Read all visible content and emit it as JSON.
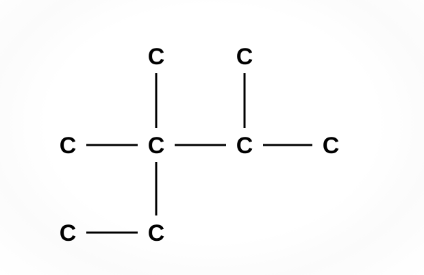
{
  "diagram": {
    "element_color": "#000000",
    "background_color": "#ffffff",
    "atoms": [
      {
        "id": "c-top-left",
        "label": "C"
      },
      {
        "id": "c-top-right",
        "label": "C"
      },
      {
        "id": "c-left",
        "label": "C"
      },
      {
        "id": "c-center",
        "label": "C"
      },
      {
        "id": "c-center-right",
        "label": "C"
      },
      {
        "id": "c-right",
        "label": "C"
      },
      {
        "id": "c-bottom-left",
        "label": "C"
      },
      {
        "id": "c-bottom-right",
        "label": "C"
      }
    ],
    "bonds": [
      {
        "from": "c-top-left",
        "to": "c-center"
      },
      {
        "from": "c-top-right",
        "to": "c-center-right"
      },
      {
        "from": "c-left",
        "to": "c-center"
      },
      {
        "from": "c-center",
        "to": "c-center-right"
      },
      {
        "from": "c-center-right",
        "to": "c-right"
      },
      {
        "from": "c-center",
        "to": "c-bottom-right"
      },
      {
        "from": "c-bottom-left",
        "to": "c-bottom-right"
      }
    ]
  }
}
